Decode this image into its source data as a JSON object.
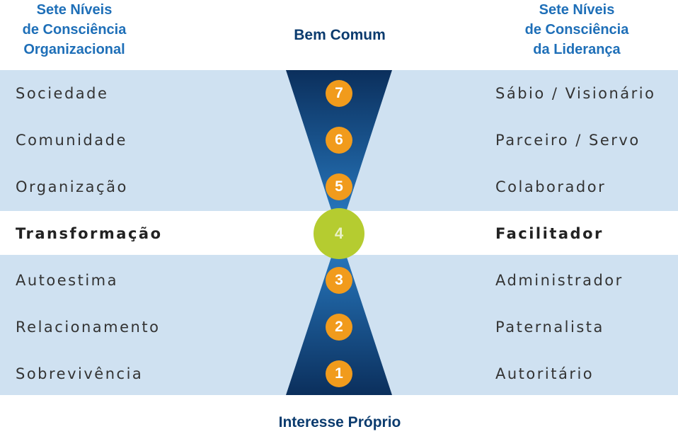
{
  "headers": {
    "left": [
      "Sete Níveis",
      "de Consciência",
      "Organizacional"
    ],
    "right": [
      "Sete Níveis",
      "de Consciência",
      "da Liderança"
    ]
  },
  "axis": {
    "top": "Bem Comum",
    "bottom": "Interesse Próprio"
  },
  "levels": [
    {
      "number": "7",
      "organizational": "Sociedade",
      "leadership": "Sábio / Visionário"
    },
    {
      "number": "6",
      "organizational": "Comunidade",
      "leadership": "Parceiro / Servo"
    },
    {
      "number": "5",
      "organizational": "Organização",
      "leadership": "Colaborador"
    },
    {
      "number": "4",
      "organizational": "Transformação",
      "leadership": "Facilitador",
      "highlight": true
    },
    {
      "number": "3",
      "organizational": "Autoestima",
      "leadership": "Administrador"
    },
    {
      "number": "2",
      "organizational": "Relacionamento",
      "leadership": "Paternalista"
    },
    {
      "number": "1",
      "organizational": "Sobrevivência",
      "leadership": "Autoritário"
    }
  ],
  "colors": {
    "band": "#cfe1f1",
    "hourglass_dark": "#0b2f5c",
    "hourglass_light": "#2a7fc8",
    "number_circle": "#f19b1c",
    "center_circle": "#b5cc30",
    "header_text": "#1e6fb8"
  }
}
